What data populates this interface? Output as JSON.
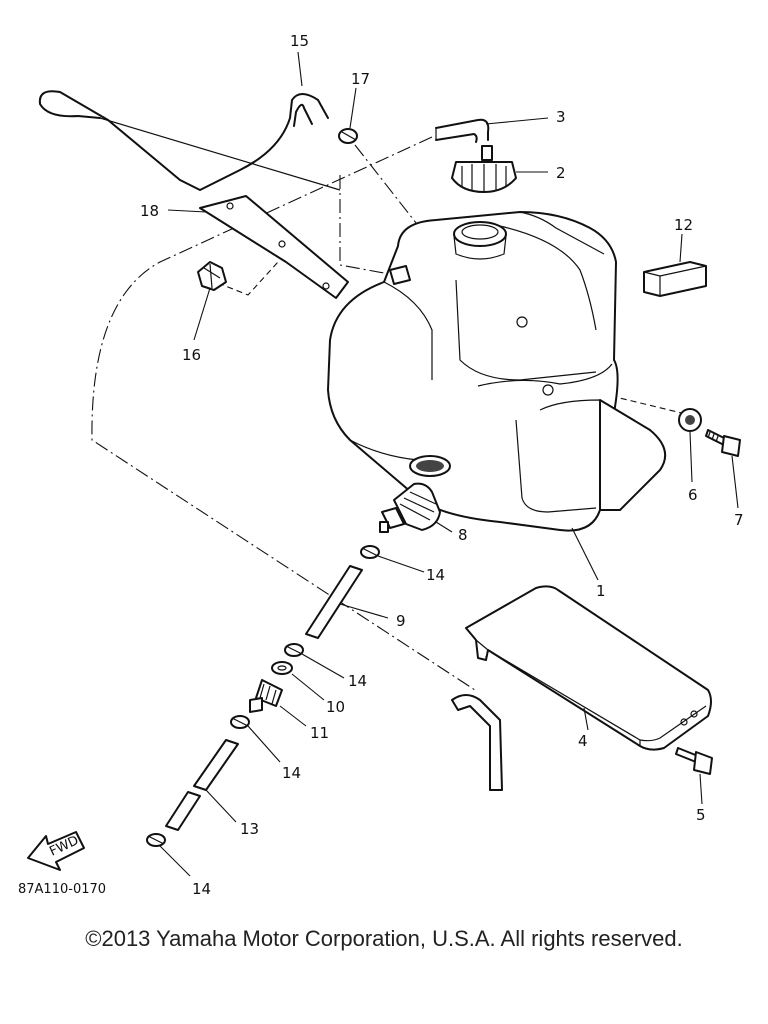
{
  "diagram": {
    "callouts": [
      "1",
      "2",
      "3",
      "4",
      "5",
      "6",
      "7",
      "8",
      "9",
      "10",
      "11",
      "12",
      "13",
      "14",
      "15",
      "16",
      "17",
      "18"
    ],
    "callout_14": "14",
    "fwd_label": "FWD",
    "figure_code": "87A110-0170"
  },
  "footer": {
    "copyright": "©2013 Yamaha Motor Corporation, U.S.A. All rights reserved."
  }
}
